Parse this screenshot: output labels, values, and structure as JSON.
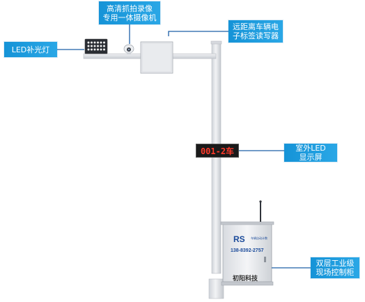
{
  "labels": {
    "led_light": "LED补光灯",
    "camera_line1": "高清抓拍录像",
    "camera_line2": "专用一体摄像机",
    "reader_line1": "远距离车辆电",
    "reader_line2": "子标签读写器",
    "display_line1": "室外LED",
    "display_line2": "显示屏",
    "cabinet_line1": "双层工业级",
    "cabinet_line2": "现场控制柜"
  },
  "led_display_text": "001-2车",
  "cabinet": {
    "brand": "RS",
    "subtitle": "车辆自动计数",
    "phone": "138-8392-2757",
    "company": "初阳科技"
  },
  "colors": {
    "tag_bg": "#1b9ad9",
    "connector": "#1c5fa8",
    "led_text": "#ff3a2a",
    "pole": "#e4e6ea"
  }
}
